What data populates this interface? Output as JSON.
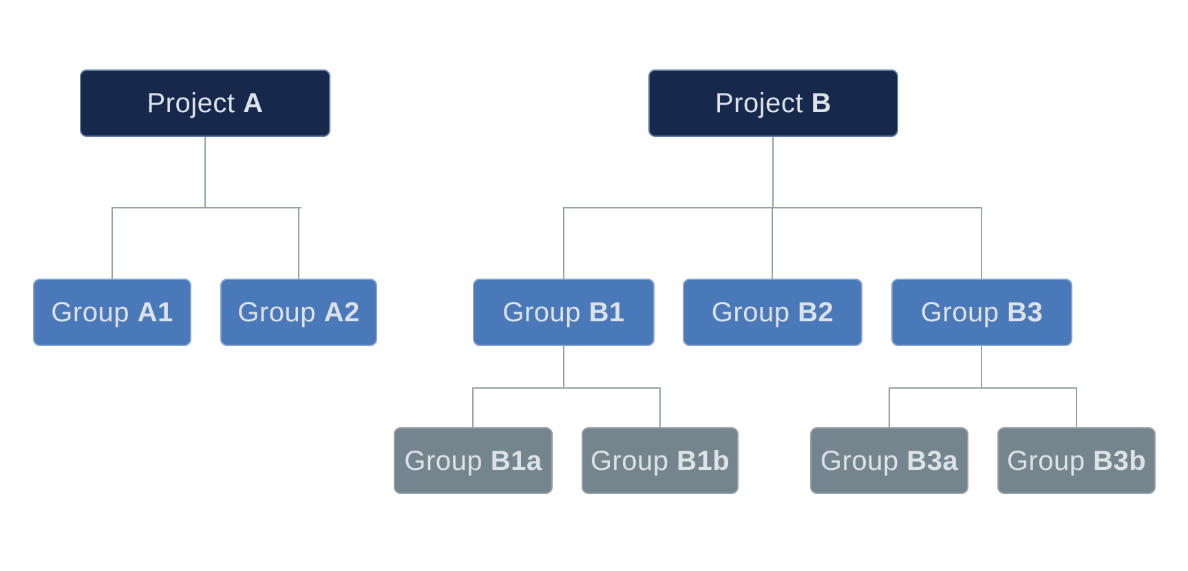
{
  "diagram": {
    "type": "org-chart",
    "background_color": "#ffffff",
    "connector_color": "#94a1a8",
    "levels": {
      "project": {
        "fill": "#16294c",
        "border": "#5d7aa8",
        "text_color": "#dde2e8"
      },
      "group": {
        "fill": "#4a79ba",
        "border": "#84a2ce",
        "text_color": "#dde2e8"
      },
      "subgroup": {
        "fill": "#75858d",
        "border": "#95a3a9",
        "text_color": "#dde2e8"
      }
    },
    "nodes": {
      "project_a": {
        "prefix": "Project ",
        "bold": "A"
      },
      "project_b": {
        "prefix": "Project ",
        "bold": "B"
      },
      "group_a1": {
        "prefix": "Group ",
        "bold": "A1"
      },
      "group_a2": {
        "prefix": "Group ",
        "bold": "A2"
      },
      "group_b1": {
        "prefix": "Group ",
        "bold": "B1"
      },
      "group_b2": {
        "prefix": "Group ",
        "bold": "B2"
      },
      "group_b3": {
        "prefix": "Group ",
        "bold": "B3"
      },
      "group_b1a": {
        "prefix": "Group ",
        "bold": "B1a"
      },
      "group_b1b": {
        "prefix": "Group ",
        "bold": "B1b"
      },
      "group_b3a": {
        "prefix": "Group ",
        "bold": "B3a"
      },
      "group_b3b": {
        "prefix": "Group ",
        "bold": "B3b"
      }
    },
    "hierarchy": {
      "project_a": [
        "group_a1",
        "group_a2"
      ],
      "project_b": [
        "group_b1",
        "group_b2",
        "group_b3"
      ],
      "group_b1": [
        "group_b1a",
        "group_b1b"
      ],
      "group_b3": [
        "group_b3a",
        "group_b3b"
      ]
    }
  }
}
